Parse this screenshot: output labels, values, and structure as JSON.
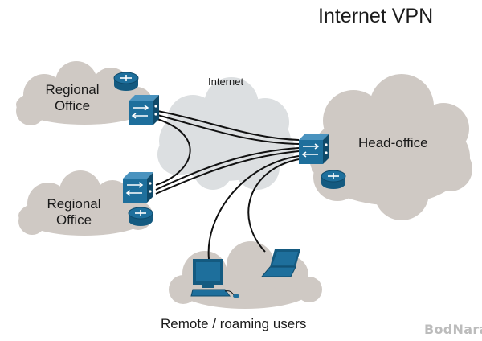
{
  "title": "Internet VPN",
  "clouds": {
    "internet_label": "Internet",
    "regional_office_top": {
      "line1": "Regional",
      "line2": "Office"
    },
    "regional_office_bottom": {
      "line1": "Regional",
      "line2": "Office"
    },
    "head_office": "Head-office",
    "remote_users": "Remote / roaming users"
  },
  "watermark": "BodNara",
  "icons": [
    "router-icon",
    "vpn-concentrator-icon",
    "desktop-computer-icon",
    "laptop-icon"
  ],
  "colors": {
    "cloud_fill": "#cfc9c4",
    "internet_cloud_fill": "#dcdfe1",
    "device_blue": "#1e6f9c",
    "device_dark": "#145a80",
    "link_line": "#111111"
  }
}
